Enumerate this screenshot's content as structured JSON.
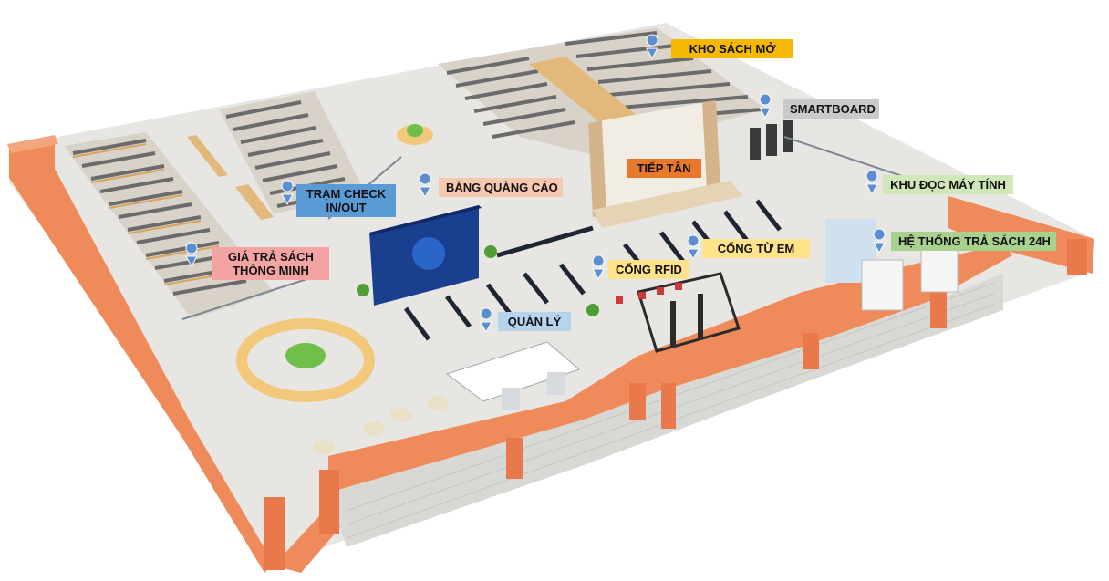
{
  "colors": {
    "orange_wall": "#ef8a5a",
    "floor": "#e9e9e6",
    "screen_blue": "#1b3f8f"
  },
  "labels": {
    "kho_sach_mo": {
      "text": "KHO SÁCH MỞ",
      "bg": "#f6b800"
    },
    "smartboard": {
      "text": "SMARTBOARD",
      "bg": "#c9c9c9"
    },
    "tiep_tan": {
      "text": "TIẾP TÂN",
      "bg": "#e8782b"
    },
    "khu_doc_may_tinh": {
      "text": "KHU ĐỌC MÁY TÍNH",
      "bg": "#cfe7b9"
    },
    "bang_quang_cao": {
      "text": "BẢNG QUẢNG CÁO",
      "bg": "#f6c8ae"
    },
    "tram_check_line1": {
      "text": "TRẠM CHECK",
      "bg": "#5b9bd5"
    },
    "tram_check_line2": {
      "text": "IN/OUT"
    },
    "he_thong_tra_sach": {
      "text": "HỆ THỐNG TRẢ SÁCH 24H",
      "bg": "#a9d18e"
    },
    "cong_tu_em": {
      "text": "CỔNG TỪ EM",
      "bg": "#ffe38a"
    },
    "gia_tra_sach_line1": {
      "text": "GIÁ TRẢ SÁCH",
      "bg": "#f4a3a3"
    },
    "gia_tra_sach_line2": {
      "text": "THÔNG MINH"
    },
    "cong_rfid": {
      "text": "CỔNG RFID",
      "bg": "#ffe38a"
    },
    "quan_ly": {
      "text": "QUẢN LÝ",
      "bg": "#b7d4ee"
    }
  }
}
